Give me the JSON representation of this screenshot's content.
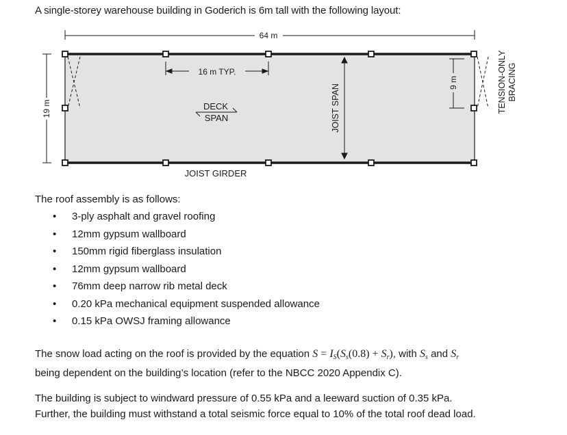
{
  "intro": "A single-storey warehouse building in Goderich is 6m tall with the following layout:",
  "diagram": {
    "width_label": "64 m",
    "height_label": "19 m",
    "typ_label": "16 m TYP.",
    "bay_label": "9 m",
    "deck_label": "DECK",
    "span_label": "SPAN",
    "joist_span_label": "JOIST SPAN",
    "girder_label": "JOIST GIRDER",
    "bracing_label_1": "TENSION-ONLY",
    "bracing_label_2": "BRACING",
    "colors": {
      "fill": "#e3e3e3",
      "line": "#1a1a1a"
    }
  },
  "roof_title": "The roof assembly is as follows:",
  "roof_assembly": [
    "3-ply asphalt and gravel roofing",
    "12mm gypsum wallboard",
    "150mm rigid fiberglass insulation",
    "12mm gypsum wallboard",
    "76mm deep narrow rib metal deck",
    "0.20 kPa mechanical equipment suspended allowance",
    "0.15 kPa OWSJ framing allowance"
  ],
  "snow": {
    "before": "The snow load acting on the roof is provided by the equation",
    "equation": "S = I_S(S_s(0.8) + S_r)",
    "after_eq": ", with",
    "and": "and",
    "tail": "being dependent on the building’s location (refer to the NBCC 2020 Appendix C)."
  },
  "loads_line1": "The building is subject to windward pressure of 0.55 kPa and a leeward suction of 0.35 kPa.",
  "loads_line2": "Further, the building must withstand a total seismic force equal to 10% of the total roof dead load."
}
